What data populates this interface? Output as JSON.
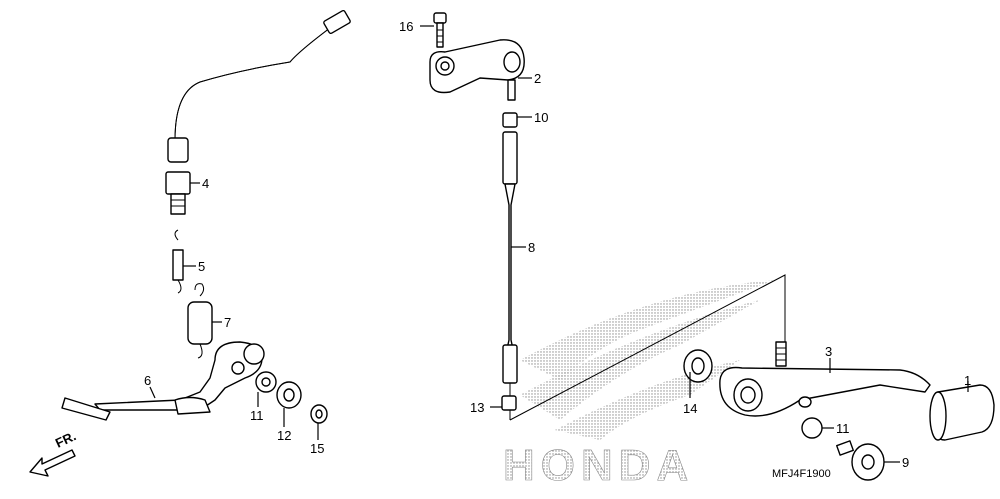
{
  "callouts": [
    {
      "id": "16",
      "label": "16"
    },
    {
      "id": "2",
      "label": "2"
    },
    {
      "id": "10",
      "label": "10"
    },
    {
      "id": "8",
      "label": "8"
    },
    {
      "id": "13",
      "label": "13"
    },
    {
      "id": "14",
      "label": "14"
    },
    {
      "id": "3",
      "label": "3"
    },
    {
      "id": "1",
      "label": "1"
    },
    {
      "id": "11b",
      "label": "11"
    },
    {
      "id": "9",
      "label": "9"
    },
    {
      "id": "4",
      "label": "4"
    },
    {
      "id": "5",
      "label": "5"
    },
    {
      "id": "7",
      "label": "7"
    },
    {
      "id": "6",
      "label": "6"
    },
    {
      "id": "11a",
      "label": "11"
    },
    {
      "id": "12",
      "label": "12"
    },
    {
      "id": "15",
      "label": "15"
    }
  ],
  "direction_label": "FR.",
  "diagram_code": "MFJ4F1900",
  "watermark_text": "HONDA",
  "colors": {
    "ink": "#000000",
    "watermark": "#9a9a9a",
    "background": "#ffffff"
  }
}
